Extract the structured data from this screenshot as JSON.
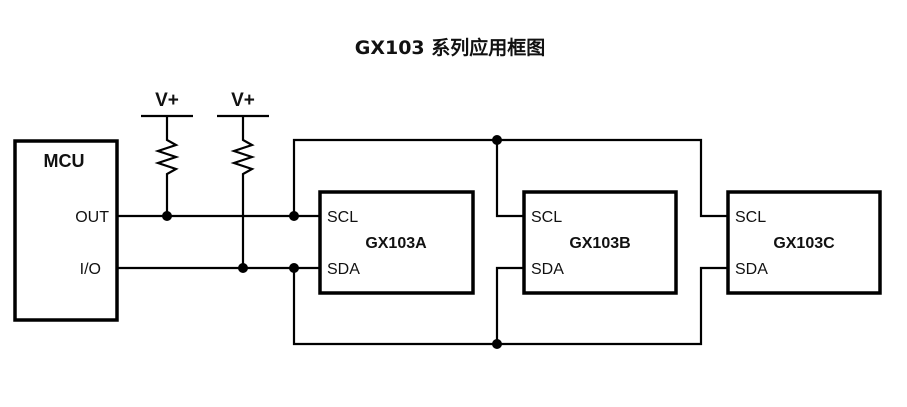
{
  "title": "GX103 系列应用框图",
  "supplies": [
    {
      "label": "V+"
    },
    {
      "label": "V+"
    }
  ],
  "mcu": {
    "label": "MCU",
    "pins": {
      "out": "OUT",
      "io": "I/O"
    }
  },
  "chips": [
    {
      "name": "GX103A",
      "scl": "SCL",
      "sda": "SDA"
    },
    {
      "name": "GX103B",
      "scl": "SCL",
      "sda": "SDA"
    },
    {
      "name": "GX103C",
      "scl": "SCL",
      "sda": "SDA"
    }
  ],
  "colors": {
    "line": "#000000",
    "background": "#ffffff"
  }
}
